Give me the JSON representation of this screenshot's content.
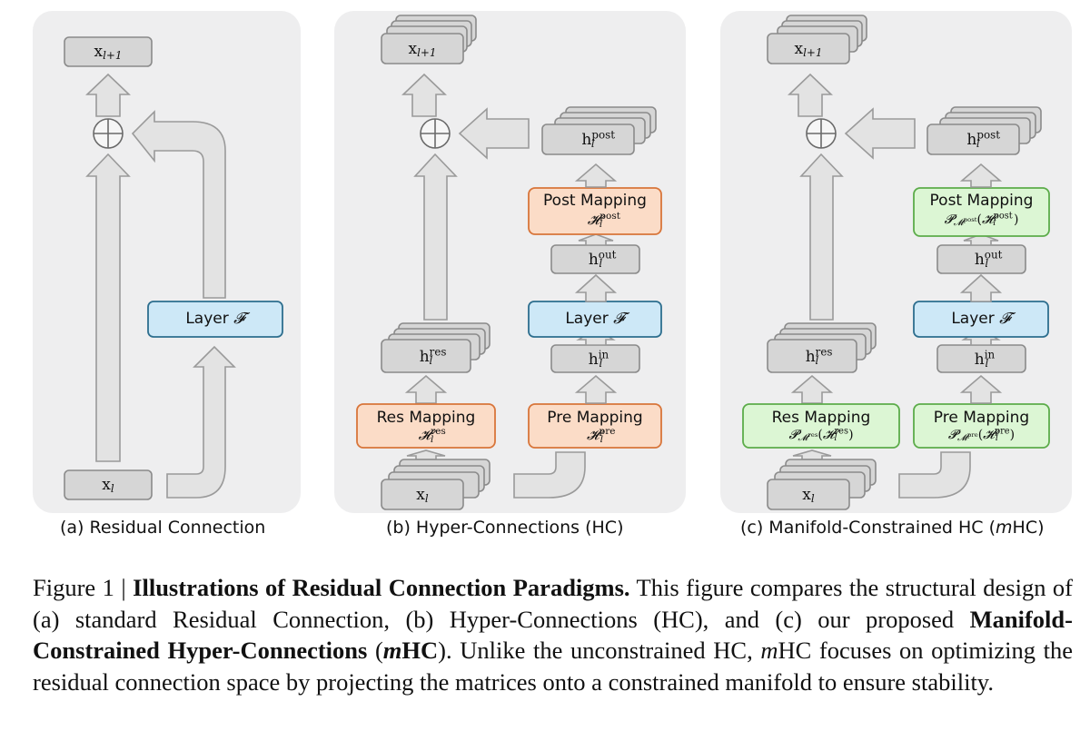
{
  "panels": [
    {
      "caption": "(a) Residual Connection",
      "top_label": "x",
      "top_label_sub": "l+1",
      "bottom_label": "x",
      "bottom_label_sub": "l",
      "layer_label": "Layer",
      "layer_symbol": "𝓕"
    },
    {
      "caption": "(b) Hyper-Connections (HC)",
      "top_label": "x",
      "top_label_sub": "l+1",
      "bottom_label": "x",
      "bottom_label_sub": "l",
      "layer_label": "Layer",
      "layer_symbol": "𝓕",
      "post_mapping_title": "Post Mapping",
      "post_mapping_expr": "𝓗",
      "post_mapping_sup": "post",
      "res_mapping_title": "Res Mapping",
      "res_mapping_expr": "𝓗",
      "res_mapping_sup": "res",
      "pre_mapping_title": "Pre Mapping",
      "pre_mapping_expr": "𝓗",
      "pre_mapping_sup": "pre",
      "h": "h",
      "h_post_sup": "post",
      "h_out_sup": "out",
      "h_in_sup": "in",
      "h_res_sup": "res",
      "sub_l": "l"
    },
    {
      "caption_prefix": "(c) Manifold-Constrained HC (",
      "caption_italic": "m",
      "caption_suffix": "HC)",
      "top_label": "x",
      "top_label_sub": "l+1",
      "bottom_label": "x",
      "bottom_label_sub": "l",
      "layer_label": "Layer",
      "layer_symbol": "𝓕",
      "post_mapping_title": "Post Mapping",
      "post_mapping_proj": "𝓟",
      "post_mapping_manifold": "𝓜",
      "post_mapping_sup": "post",
      "res_mapping_title": "Res Mapping",
      "res_mapping_sup": "res",
      "pre_mapping_title": "Pre Mapping",
      "pre_mapping_sup": "pre",
      "h": "h",
      "h_post_sup": "post",
      "h_out_sup": "out",
      "h_in_sup": "in",
      "h_res_sup": "res",
      "sub_l": "l",
      "H": "𝓗"
    }
  ],
  "caption": {
    "figure_label": "Figure 1 | ",
    "title": "Illustrations of Residual Connection Paradigms.",
    "text1": " This figure compares the structural design of (a) standard Residual Connection, (b) Hyper-Connections (HC), and (c) our proposed ",
    "bold_name": "Manifold-Constrained Hyper-Connections",
    "paren_open": " (",
    "bold_italic_m": "m",
    "bold_hc": "HC",
    "text2": "). Unlike the unconstrained HC, ",
    "italic_m": "m",
    "text3": "HC focuses on optimizing the residual connection space by projecting the matrices onto a constrained manifold to ensure stability."
  },
  "colors": {
    "panel_bg": "#eeeeef",
    "node_fill": "#d6d6d6",
    "node_stroke": "#8a8a8a",
    "arrow_fill": "#e3e3e3",
    "arrow_stroke": "#9a9a9a",
    "layer_fill": "#cde8f7",
    "layer_stroke": "#2d6e8e",
    "hc_fill": "#fbdcc7",
    "hc_stroke": "#d8753a",
    "mhc_fill": "#dcf6d4",
    "mhc_stroke": "#5cac4a"
  }
}
